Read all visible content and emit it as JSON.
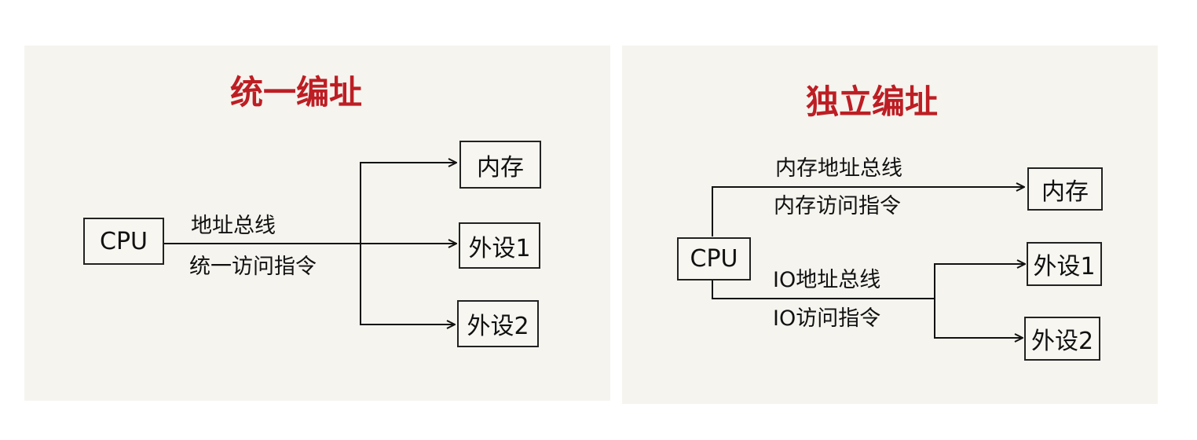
{
  "left": {
    "title": "统一编址",
    "cpu": "CPU",
    "bus_label": "地址总线",
    "access_label": "统一访问指令",
    "memory": "内存",
    "peripheral1": "外设1",
    "peripheral2": "外设2"
  },
  "right": {
    "title": "独立编址",
    "cpu": "CPU",
    "mem_bus_label": "内存地址总线",
    "mem_access_label": "内存访问指令",
    "io_bus_label": "IO地址总线",
    "io_access_label": "IO访问指令",
    "memory": "内存",
    "peripheral1": "外设1",
    "peripheral2": "外设2"
  }
}
